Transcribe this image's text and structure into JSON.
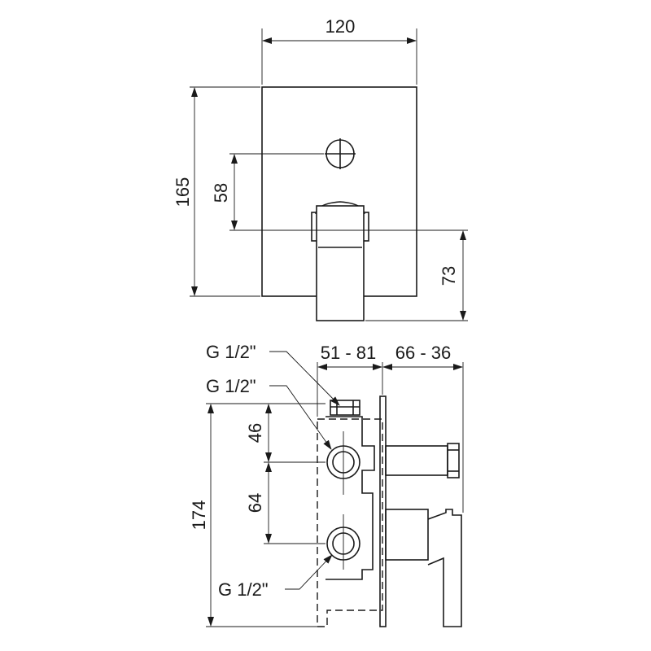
{
  "front_view": {
    "width_label": "120",
    "height_label": "165",
    "control_spacing_label": "58",
    "lever_offset_label": "73"
  },
  "side_view": {
    "depth_range_label": "51 - 81",
    "projection_range_label": "66 - 36",
    "height_label": "174",
    "top_spacing_label": "46",
    "port_spacing_label": "64",
    "thread_top_label": "G 1/2\"",
    "thread_upper_label": "G 1/2\"",
    "thread_lower_label": "G 1/2\""
  },
  "colors": {
    "line": "#1a1a1a",
    "background": "#ffffff"
  }
}
